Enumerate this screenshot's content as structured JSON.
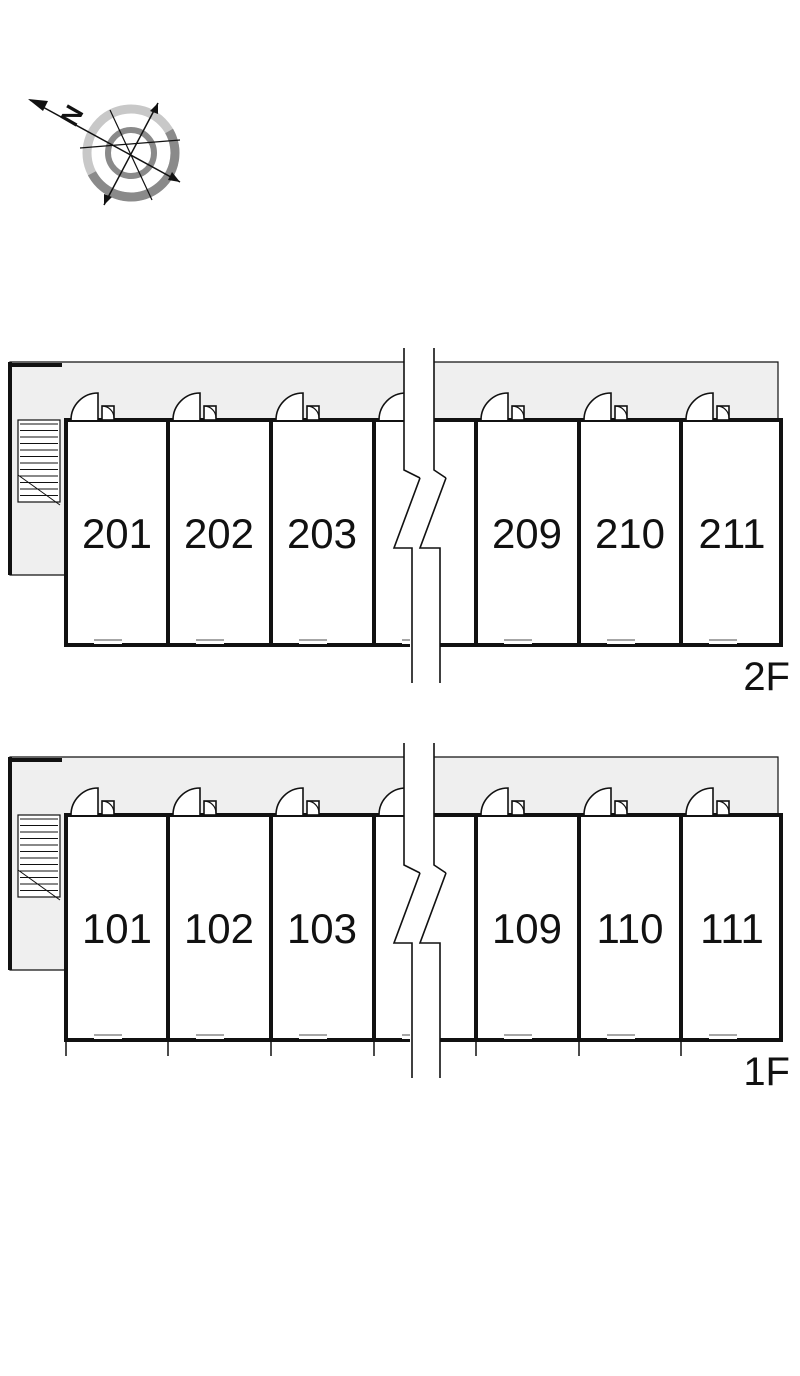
{
  "compass": {
    "north_letter": "N"
  },
  "floors": [
    {
      "label": "2F",
      "units": [
        "201",
        "202",
        "203",
        "209",
        "210",
        "211"
      ]
    },
    {
      "label": "1F",
      "units": [
        "101",
        "102",
        "103",
        "109",
        "110",
        "111"
      ]
    }
  ],
  "colors": {
    "line": "#111111",
    "corridor": "#efefef",
    "compass_ring": "#8a8a8a",
    "compass_ring_light": "#c8c8c8"
  }
}
